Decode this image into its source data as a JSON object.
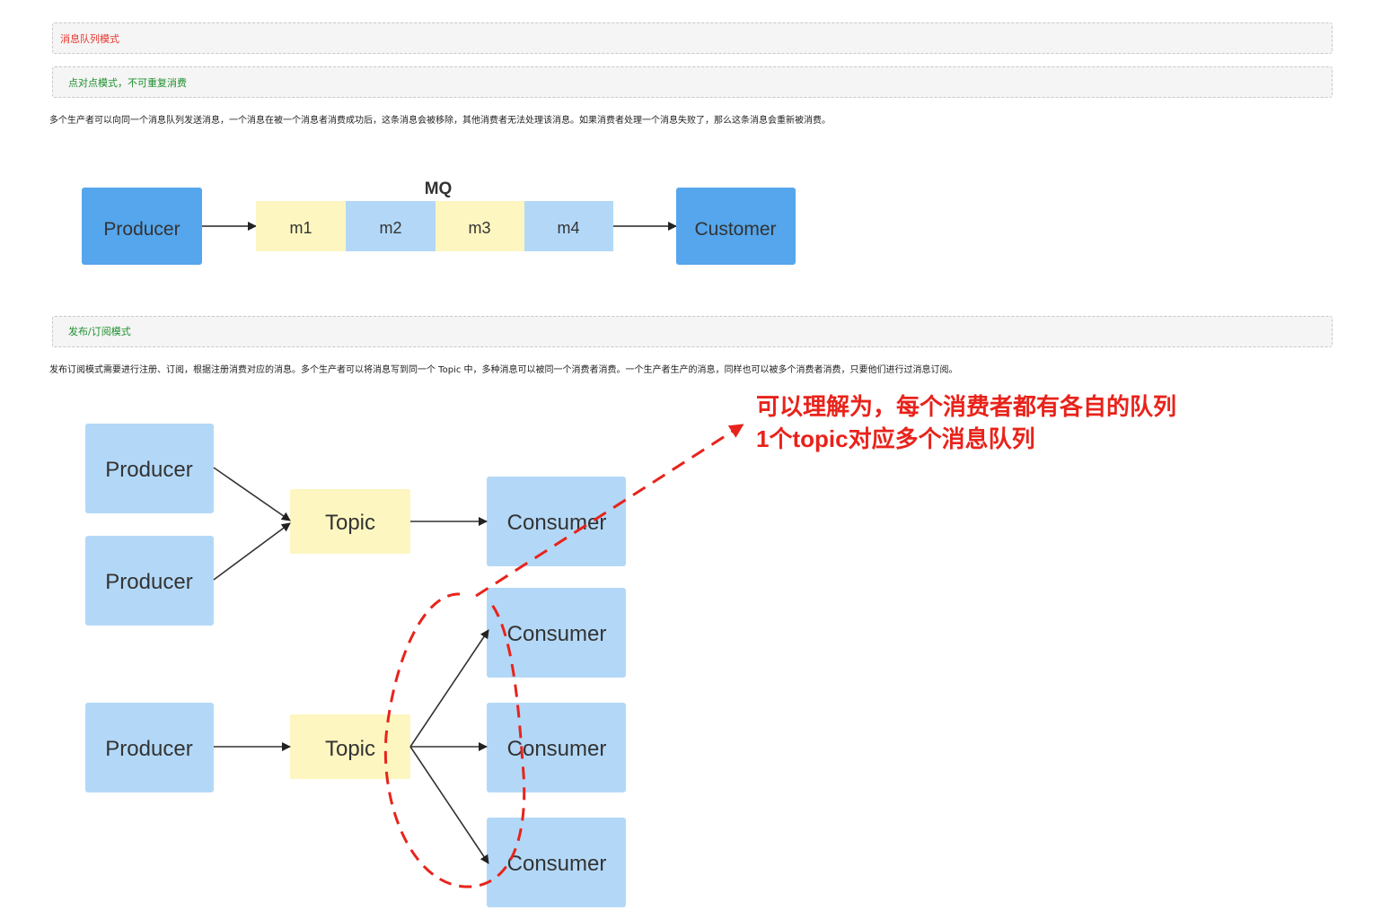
{
  "headers": {
    "mq_mode": "消息队列模式",
    "p2p": "点对点模式，不可重复消费",
    "pubsub": "发布/订阅模式"
  },
  "paragraphs": {
    "p2p": "多个生产者可以向同一个消息队列发送消息，一个消息在被一个消息者消费成功后，这条消息会被移除，其他消费者无法处理该消息。如果消费者处理一个消息失败了，那么这条消息会重新被消费。",
    "pubsub": "发布订阅模式需要进行注册、订阅，根据注册消费对应的消息。多个生产者可以将消息写到同一个 Topic 中，多种消息可以被同一个消费者消费。一个生产者生产的消息，同样也可以被多个消费者消费，只要他们进行过消息订阅。"
  },
  "diagram1": {
    "mq_label": "MQ",
    "producer": "Producer",
    "messages": [
      "m1",
      "m2",
      "m3",
      "m4"
    ],
    "customer": "Customer"
  },
  "diagram2": {
    "producers": [
      "Producer",
      "Producer",
      "Producer"
    ],
    "topics": [
      "Topic",
      "Topic"
    ],
    "consumers": [
      "Consumer",
      "Consumer",
      "Consumer",
      "Consumer"
    ]
  },
  "annotation": {
    "line1": "可以理解为，每个消费者都有各自的队列",
    "line2": "1个topic对应多个消息队列"
  },
  "colors": {
    "producer_blue": "#55a6ec",
    "light_blue": "#b3d8f7",
    "light_yellow": "#fdf6c0",
    "annotation_red": "#e8231b",
    "header_red": "#e8352d",
    "header_green": "#1f8f2f"
  }
}
